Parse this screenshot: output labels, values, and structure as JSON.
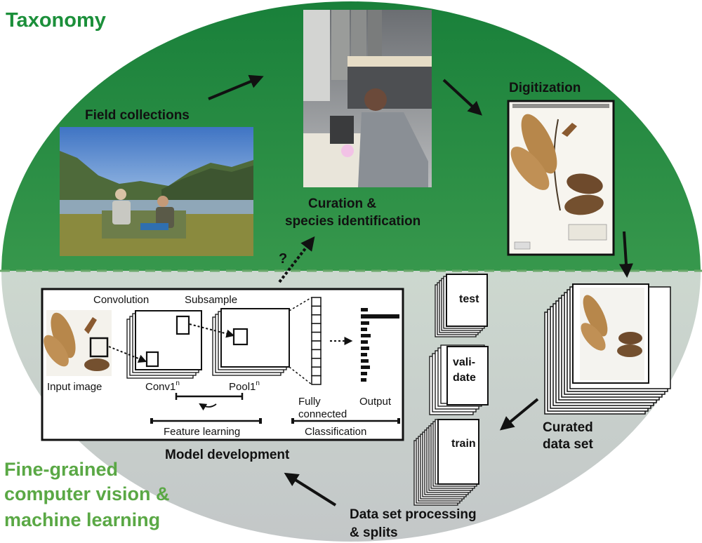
{
  "headers": {
    "top": "Taxonomy",
    "bottom": [
      "Fine-grained",
      "computer vision &",
      "machine learning"
    ]
  },
  "steps": {
    "field": "Field collections",
    "curation": [
      "Curation &",
      "species identification"
    ],
    "digitization": "Digitization",
    "curated": [
      "Curated",
      "data set"
    ],
    "processing": [
      "Data set processing",
      "& splits"
    ],
    "model": "Model development",
    "question": "?"
  },
  "cnn": {
    "convolution": "Convolution",
    "subsample": "Subsample",
    "input": "Input image",
    "conv": "Conv1",
    "pool": "Pool1",
    "superscript": "n",
    "fully": [
      "Fully",
      "connected"
    ],
    "output": "Output",
    "feature": "Feature learning",
    "classification": "Classification"
  },
  "splits": {
    "test": "test",
    "validate": [
      "vali-",
      "date"
    ],
    "train": "train"
  },
  "colors": {
    "green_top": "#1c8a3c",
    "green_title": "#1b8f3a",
    "green_bottom_title": "#5aa845",
    "dashed_line": "#6aa86a",
    "gray_bottom": "#c8cccc"
  }
}
